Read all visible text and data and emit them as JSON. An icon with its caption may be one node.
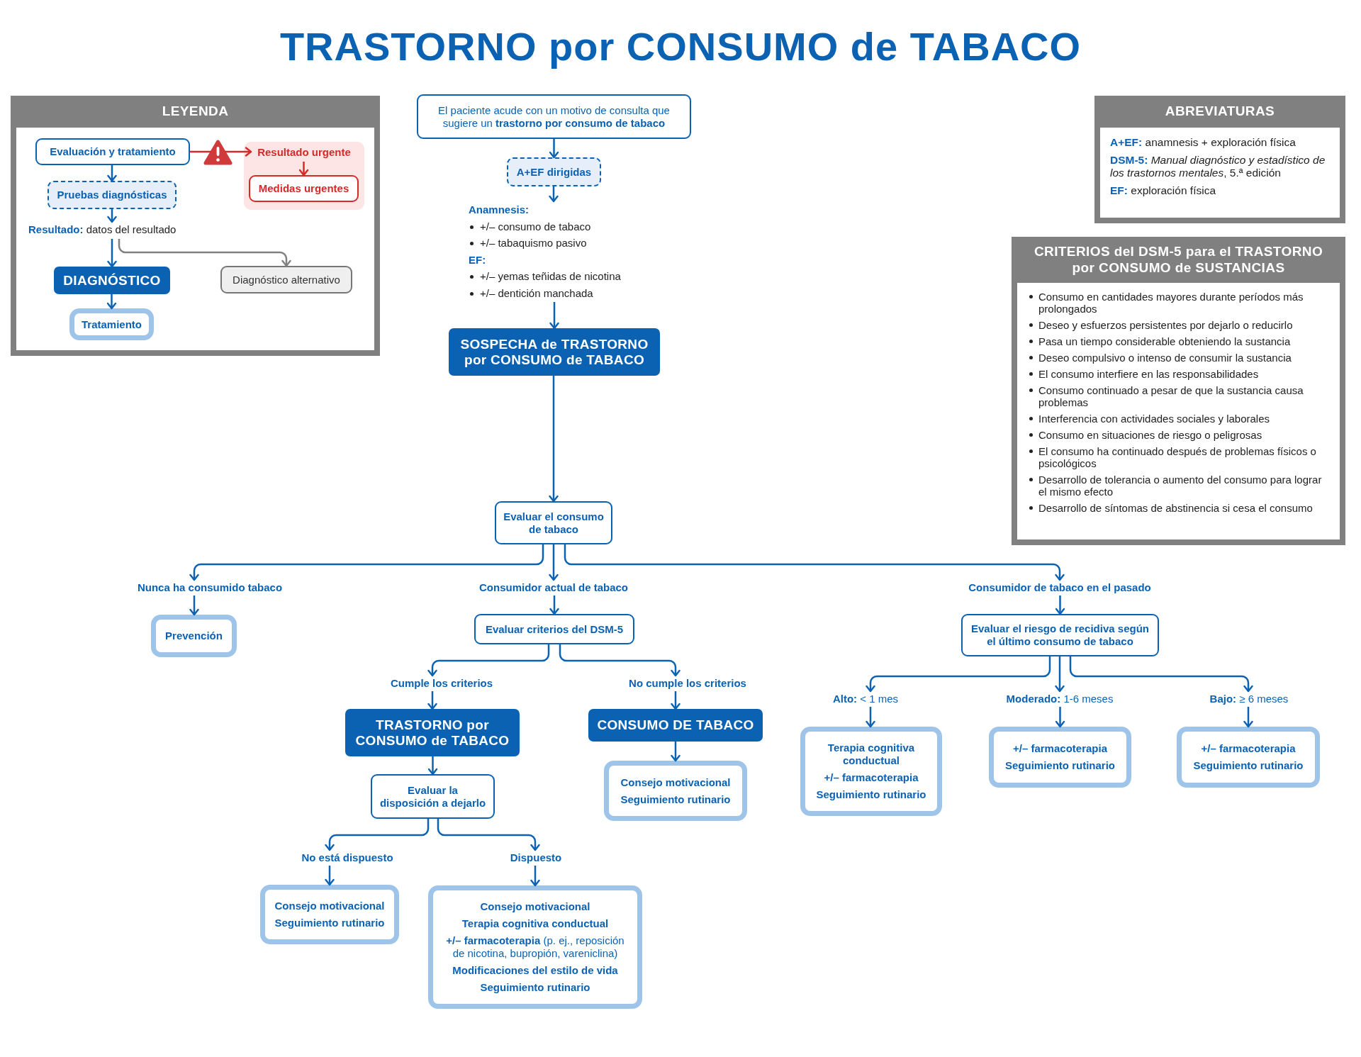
{
  "diagram": {
    "title": "TRASTORNO por CONSUMO de TABACO",
    "nodes": [
      {
        "text": [
          "LEYENDA"
        ]
      },
      {
        "text": [
          "Evaluación y tratamiento"
        ],
        "in": 0
      },
      {
        "text": [],
        "shape": "triangle",
        "in": 0
      },
      {
        "text": [],
        "shape": "box",
        "in": 0
      },
      {
        "text": [
          "Resultado urgente"
        ],
        "in": 3
      },
      {
        "text": [
          "Medidas urgentes"
        ],
        "in": 3
      },
      {
        "text": [
          "Pruebas diagnósticas"
        ],
        "in": 0
      },
      {
        "text": [
          "**Resultado:** datos del resultado"
        ],
        "in": 0
      },
      {
        "text": [
          "DIAGNÓSTICO"
        ],
        "in": 0
      },
      {
        "text": [
          "Diagnóstico alternativo"
        ],
        "in": 0
      },
      {
        "text": [
          "Tratamiento"
        ],
        "in": 0
      },
      {
        "text": [
          "El paciente acude con un motivo de consulta que sugiere un **trastorno por consumo de tabaco**"
        ]
      },
      {
        "text": [
          "A+EF dirigidas"
        ]
      },
      {
        "text": [
          "Anamnesis:",
          "+/– consumo de tabaco",
          "+/– tabaquismo pasivo",
          "EF:",
          "+/– yemas teñidas de nicotina",
          "+/– dentición manchada"
        ]
      },
      {
        "text": [
          "ABREVIATURAS",
          "**A+EF:** anamnesis + exploración física",
          "**DSM-5:** *Manual diagnóstico y estadístico de los trastornos mentales*, 5.ª edición",
          "**EF:** exploración física"
        ]
      },
      {
        "text": [
          "CRITERIOS del DSM-5 para el TRASTORNO por CONSUMO de SUSTANCIAS",
          "Consumo en cantidades mayores durante períodos más prolongados",
          "Deseo y esfuerzos persistentes por dejarlo o reducirlo",
          "Pasa un tiempo considerable obteniendo la sustancia",
          "Deseo compulsivo o intenso de consumir la sustancia",
          "El consumo interfiere en las responsabilidades",
          "Consumo continuado a pesar de que la sustancia causa problemas",
          "Interferencia con actividades sociales y laborales",
          "Consumo en situaciones de riesgo o peligrosas",
          "El consumo ha continuado después de problemas físicos o psicológicos",
          "Desarrollo de tolerancia o aumento del consumo para lograr el mismo efecto",
          "Desarrollo de síntomas de abstinencia si cesa el consumo"
        ]
      },
      {
        "text": [
          "SOSPECHA de TRASTORNO por CONSUMO de TABACO"
        ]
      },
      {
        "text": [
          "Evaluar el consumo de tabaco"
        ]
      },
      {
        "text": [
          "Nunca ha consumido tabaco"
        ]
      },
      {
        "text": [
          "Consumidor actual de tabaco"
        ]
      },
      {
        "text": [
          "Consumidor de tabaco en el pasado"
        ]
      },
      {
        "text": [
          "Prevención"
        ]
      },
      {
        "text": [
          "Evaluar criterios del DSM-5"
        ]
      },
      {
        "text": [
          "Evaluar el riesgo de recidiva según el último consumo de tabaco"
        ]
      },
      {
        "text": [
          "Cumple los criterios"
        ]
      },
      {
        "text": [
          "No cumple los criterios"
        ]
      },
      {
        "text": [
          "**Alto:** < 1 mes"
        ]
      },
      {
        "text": [
          "**Moderado:** 1-6 meses"
        ]
      },
      {
        "text": [
          "**Bajo:** ≥ 6 meses"
        ]
      },
      {
        "text": [
          "TRASTORNO por CONSUMO de TABACO"
        ]
      },
      {
        "text": [
          "CONSUMO DE TABACO"
        ]
      },
      {
        "text": [
          "Terapia cognitiva conductual",
          "+/– farmacoterapia",
          "Seguimiento rutinario"
        ]
      },
      {
        "text": [
          "+/– farmacoterapia",
          "Seguimiento rutinario"
        ]
      },
      {
        "text": [
          "+/– farmacoterapia",
          "Seguimiento rutinario"
        ]
      },
      {
        "text": [
          "Evaluar la disposición a dejarlo"
        ]
      },
      {
        "text": [
          "Consejo motivacional",
          "Seguimiento rutinario"
        ]
      },
      {
        "text": [
          "No está dispuesto"
        ]
      },
      {
        "text": [
          "Dispuesto"
        ]
      },
      {
        "text": [
          "Consejo motivacional",
          "Seguimiento rutinario"
        ]
      },
      {
        "text": [
          "Consejo motivacional",
          "Terapia cognitiva conductual",
          "**+/– farmacoterapia** (p. ej., reposición de nicotina, bupropión, vareniclina)",
          "Modificaciones del estilo de vida",
          "Seguimiento rutinario"
        ]
      }
    ],
    "edges": [
      {
        "from": 1,
        "to": 6,
        "arrow": "to"
      },
      {
        "from": 6,
        "to": 7,
        "arrow": "to"
      },
      {
        "from": 7,
        "to": 8,
        "arrow": "to"
      },
      {
        "from": 7,
        "to": 9,
        "arrow": "to",
        "color": "#808080"
      },
      {
        "from": 8,
        "to": 10,
        "arrow": "to"
      },
      {
        "from": 1,
        "to": 2,
        "arrow": "none",
        "color": "#d42a2a"
      },
      {
        "from": 2,
        "to": 4,
        "arrow": "to",
        "color": "#d42a2a"
      },
      {
        "from": 4,
        "to": 5,
        "arrow": "to",
        "color": "#d42a2a"
      },
      {
        "from": 11,
        "to": 12,
        "arrow": "to"
      },
      {
        "from": 12,
        "to": 13,
        "arrow": "to"
      },
      {
        "from": 13,
        "to": 16,
        "arrow": "to"
      },
      {
        "from": 16,
        "to": 17,
        "arrow": "to"
      },
      {
        "from": 17,
        "to": 18,
        "arrow": "to"
      },
      {
        "from": 17,
        "to": 19,
        "arrow": "to"
      },
      {
        "from": 17,
        "to": 20,
        "arrow": "to"
      },
      {
        "from": 18,
        "to": 21,
        "arrow": "to"
      },
      {
        "from": 19,
        "to": 22,
        "arrow": "to"
      },
      {
        "from": 20,
        "to": 23,
        "arrow": "to"
      },
      {
        "from": 22,
        "to": 24,
        "arrow": "to"
      },
      {
        "from": 22,
        "to": 25,
        "arrow": "to"
      },
      {
        "from": 23,
        "to": 26,
        "arrow": "to"
      },
      {
        "from": 23,
        "to": 27,
        "arrow": "to"
      },
      {
        "from": 23,
        "to": 28,
        "arrow": "to"
      },
      {
        "from": 24,
        "to": 29,
        "arrow": "to"
      },
      {
        "from": 25,
        "to": 30,
        "arrow": "to"
      },
      {
        "from": 26,
        "to": 31,
        "arrow": "to"
      },
      {
        "from": 27,
        "to": 32,
        "arrow": "to"
      },
      {
        "from": 28,
        "to": 33,
        "arrow": "to"
      },
      {
        "from": 29,
        "to": 34,
        "arrow": "to"
      },
      {
        "from": 30,
        "to": 35,
        "arrow": "to"
      },
      {
        "from": 34,
        "to": 36,
        "arrow": "to"
      },
      {
        "from": 34,
        "to": 37,
        "arrow": "to"
      },
      {
        "from": 36,
        "to": 38,
        "arrow": "to"
      },
      {
        "from": 37,
        "to": 39,
        "arrow": "to"
      }
    ]
  }
}
